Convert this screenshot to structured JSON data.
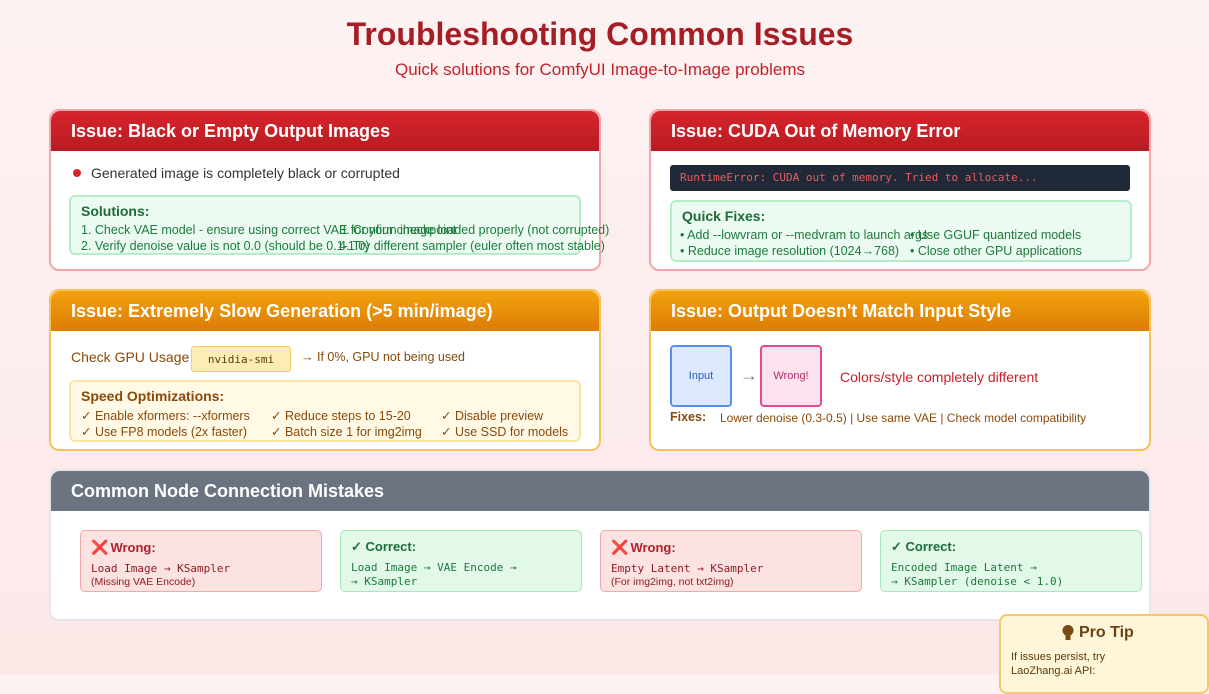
{
  "header": {
    "title": "Troubleshooting Common Issues",
    "subtitle": "Quick solutions for ComfyUI Image-to-Image problems"
  },
  "colors": {
    "red": "#c8202b",
    "orange": "#e98c08",
    "gray": "#6b7280",
    "green": "#1e7a3c"
  },
  "issue_black": {
    "title": "Issue: Black or Empty Output Images",
    "symptom": "Generated image is completely black or corrupted",
    "solutions_title": "Solutions:",
    "solutions_left": [
      "1. Check VAE model - ensure using correct VAE for your checkpoint",
      "2. Verify denoise value is not 0.0 (should be 0.1-1.0)"
    ],
    "solutions_right": [
      "3. Confirm image loaded properly (not corrupted)",
      "4. Try different sampler (euler often most stable)"
    ]
  },
  "issue_cuda": {
    "title": "Issue: CUDA Out of Memory Error",
    "error_text": "RuntimeError: CUDA out of memory. Tried to allocate...",
    "fixes_title": "Quick Fixes:",
    "fixes_left": [
      "• Add --lowvram or --medvram to launch args",
      "• Reduce image resolution (1024→768)"
    ],
    "fixes_right": [
      "• Use GGUF quantized models",
      "• Close other GPU applications"
    ]
  },
  "issue_slow": {
    "title": "Issue: Extremely Slow Generation (>5 min/image)",
    "check_label": "Check GPU Usage",
    "command": "nvidia-smi",
    "check_note": "→ If 0%, GPU not being used",
    "opt_title": "Speed Optimizations:",
    "opts": [
      [
        "✓ Enable xformers: --xformers",
        "✓ Reduce steps to 15-20",
        "✓ Disable preview"
      ],
      [
        "✓ Use FP8 models (2x faster)",
        "✓ Batch size 1 for img2img",
        "✓ Use SSD for models"
      ]
    ]
  },
  "issue_style": {
    "title": "Issue: Output Doesn't Match Input Style",
    "input_label": "Input",
    "arrow": "→",
    "wrong_label": "Wrong!",
    "desc": "Colors/style completely different",
    "fixes_label": "Fixes:",
    "fixes_text": "Lower denoise (0.3-0.5) | Use same VAE | Check model compatibility"
  },
  "connections": {
    "title": "Common Node Connection Mistakes",
    "examples": [
      {
        "kind": "wrong",
        "mark": "❌",
        "title": "Wrong:",
        "code": [
          "Load Image → KSampler"
        ],
        "note": "(Missing VAE Encode)"
      },
      {
        "kind": "right",
        "mark": "",
        "title": "✓ Correct:",
        "code": [
          "Load Image → VAE Encode →",
          "→ KSampler"
        ],
        "note": ""
      },
      {
        "kind": "wrong",
        "mark": "❌",
        "title": "Wrong:",
        "code": [
          "Empty Latent → KSampler"
        ],
        "note": "(For img2img, not txt2img)"
      },
      {
        "kind": "right",
        "mark": "",
        "title": "✓ Correct:",
        "code": [
          "Encoded Image Latent →",
          "→ KSampler (denoise < 1.0)"
        ],
        "note": ""
      }
    ]
  },
  "protip": {
    "title": "Pro Tip",
    "text_1": "If issues persist, try",
    "text_2": "LaoZhang.ai API:"
  }
}
